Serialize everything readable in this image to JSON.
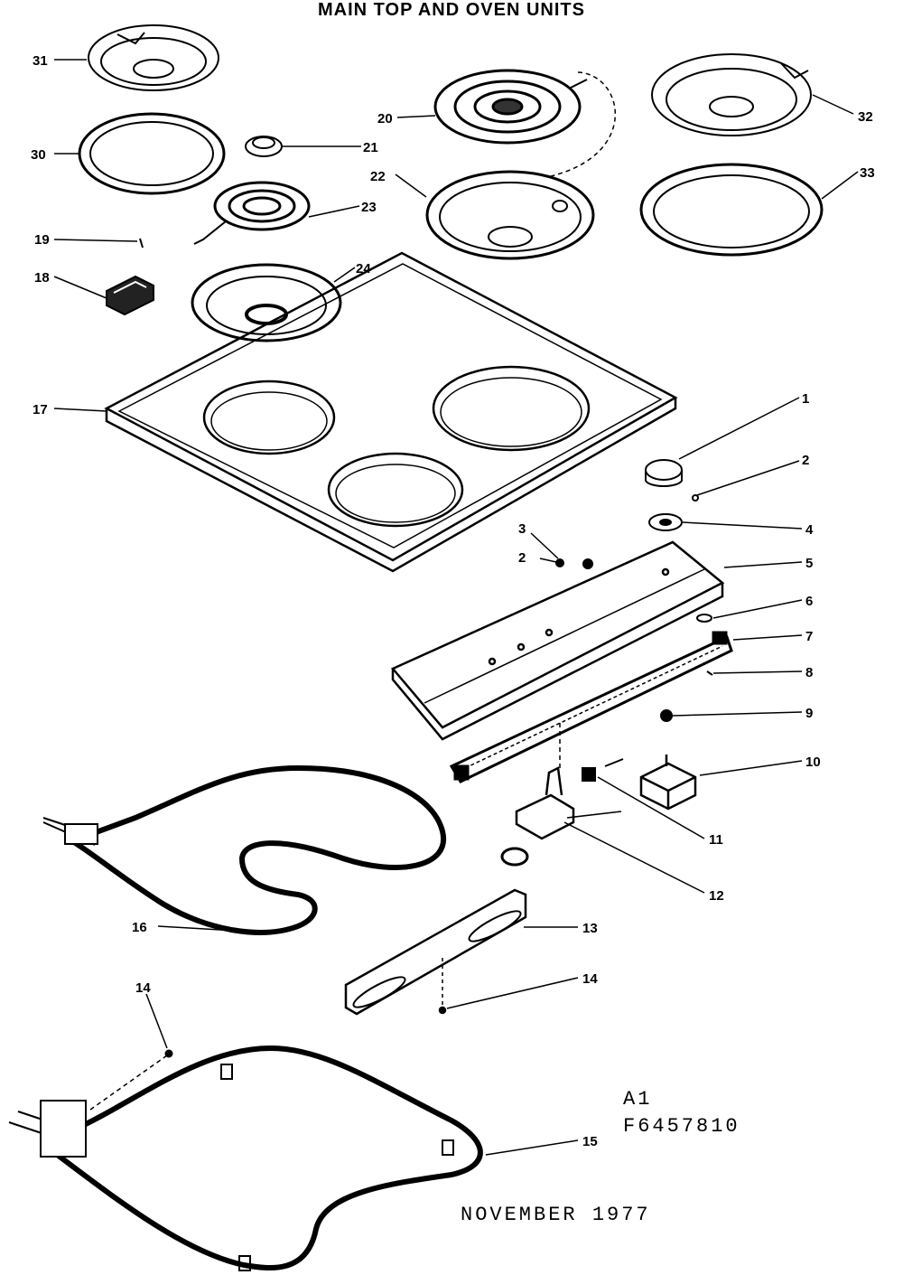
{
  "title": "MAIN TOP AND OVEN UNITS",
  "code_line1": "A1",
  "code_line2": "F6457810",
  "date": "NOVEMBER 1977",
  "callouts": {
    "c1": "1",
    "c2a": "2",
    "c2b": "2",
    "c3": "3",
    "c4": "4",
    "c5": "5",
    "c6": "6",
    "c7": "7",
    "c8": "8",
    "c9": "9",
    "c10": "10",
    "c11": "11",
    "c12": "12",
    "c13": "13",
    "c14a": "14",
    "c14b": "14",
    "c15": "15",
    "c16": "16",
    "c17": "17",
    "c18": "18",
    "c19": "19",
    "c20": "20",
    "c21": "21",
    "c22": "22",
    "c23": "23",
    "c24": "24",
    "c30": "30",
    "c31": "31",
    "c32": "32",
    "c33": "33"
  }
}
